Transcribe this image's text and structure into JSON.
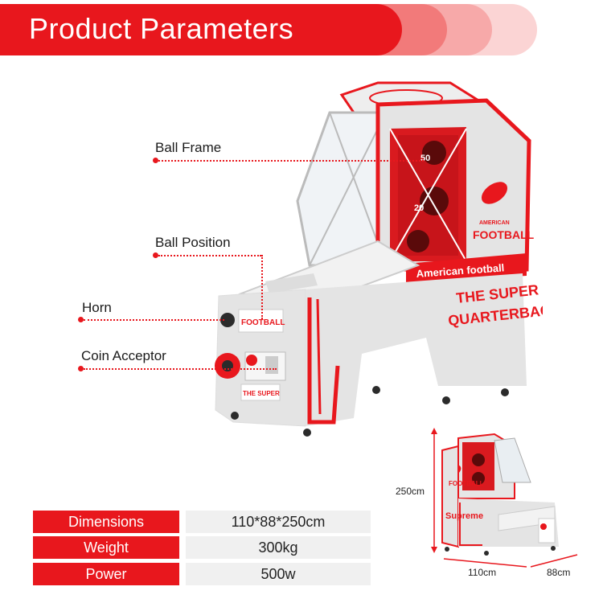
{
  "header": {
    "title": "Product Parameters"
  },
  "callouts": {
    "ball_frame": "Ball Frame",
    "ball_position": "Ball Position",
    "horn": "Horn",
    "coin_acceptor": "Coin Acceptor"
  },
  "machine": {
    "sign_top": "AMERICAN",
    "sign_bottom": "FOOTBALL",
    "marquee": "American football",
    "tagline_1": "THE SUPER",
    "tagline_2": "QUARTERBACK",
    "front_logo": "FOOTBALL",
    "yard_50": "50",
    "yard_20": "20"
  },
  "specs": [
    {
      "label": "Dimensions",
      "value": "110*88*250cm"
    },
    {
      "label": "Weight",
      "value": "300kg"
    },
    {
      "label": "Power",
      "value": "500w"
    }
  ],
  "dimensions_drawing": {
    "height": "250cm",
    "width": "110cm",
    "depth": "88cm",
    "sign": "FOOTBALL",
    "brand": "Supreme"
  },
  "colors": {
    "accent": "#e8171d",
    "cabinet": "#e4e4e4"
  }
}
